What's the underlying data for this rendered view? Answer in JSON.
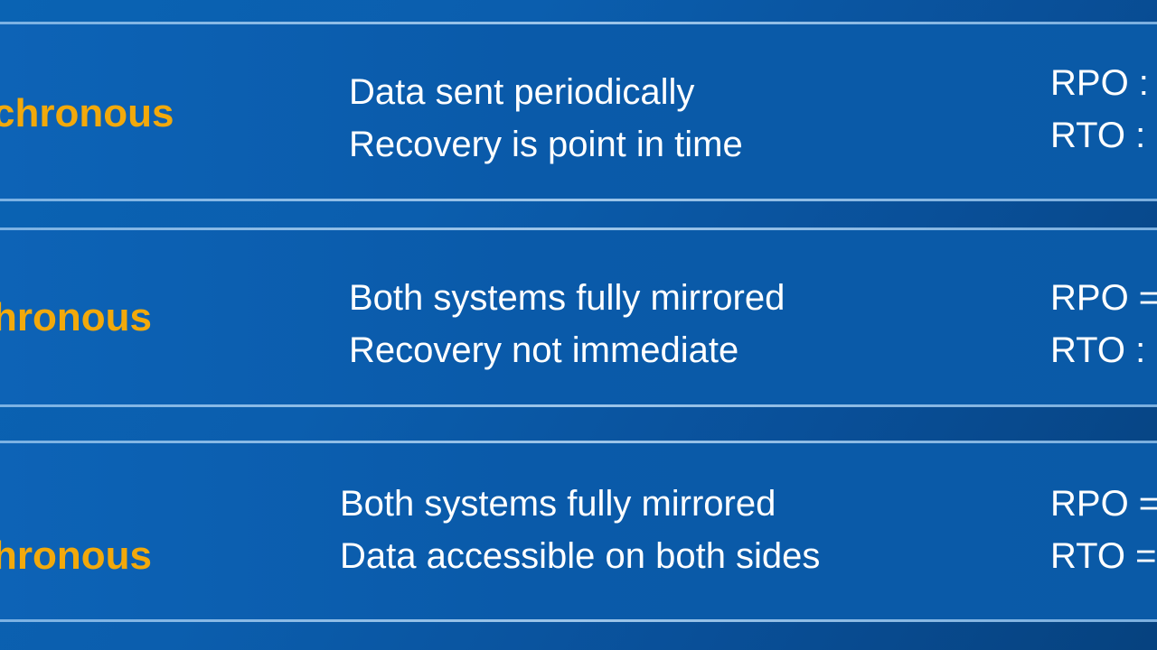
{
  "rows": [
    {
      "mode": "chronous",
      "line1": "Data sent periodically",
      "line2": "Recovery is point in time",
      "rpo": "RPO :",
      "rto": "RTO :"
    },
    {
      "mode": "hronous",
      "line1": "Both systems fully mirrored",
      "line2": "Recovery not immediate",
      "rpo": "RPO =",
      "rto": "RTO :"
    },
    {
      "mode": "hronous",
      "line1": "Both systems fully mirrored",
      "line2": "Data accessible on both sides",
      "rpo": "RPO =",
      "rto": "RTO ="
    }
  ],
  "colors": {
    "background": "#0a5aa9",
    "mode_text": "#f2a90b",
    "body_text": "#ffffff",
    "rule": "#b7d8f5"
  }
}
